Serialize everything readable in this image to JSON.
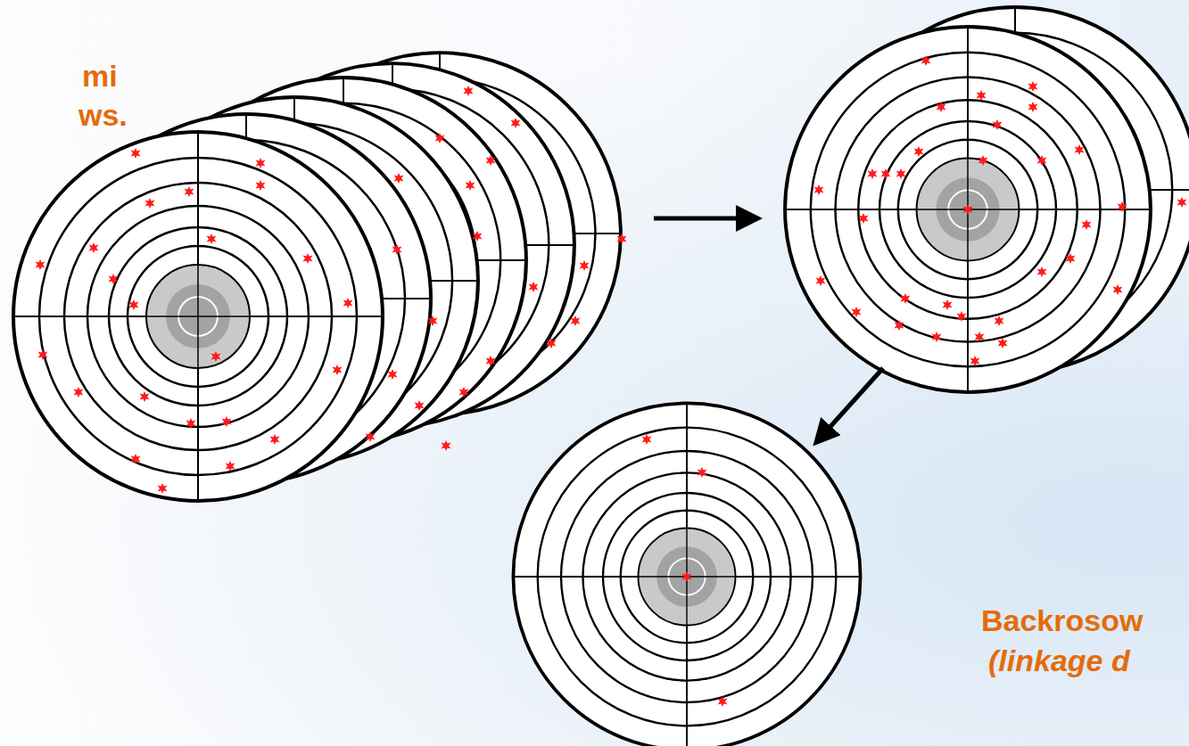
{
  "diagram": {
    "labels": [
      "mi",
      "ws.",
      "Backrosow",
      "(linkage d"
    ]
  }
}
